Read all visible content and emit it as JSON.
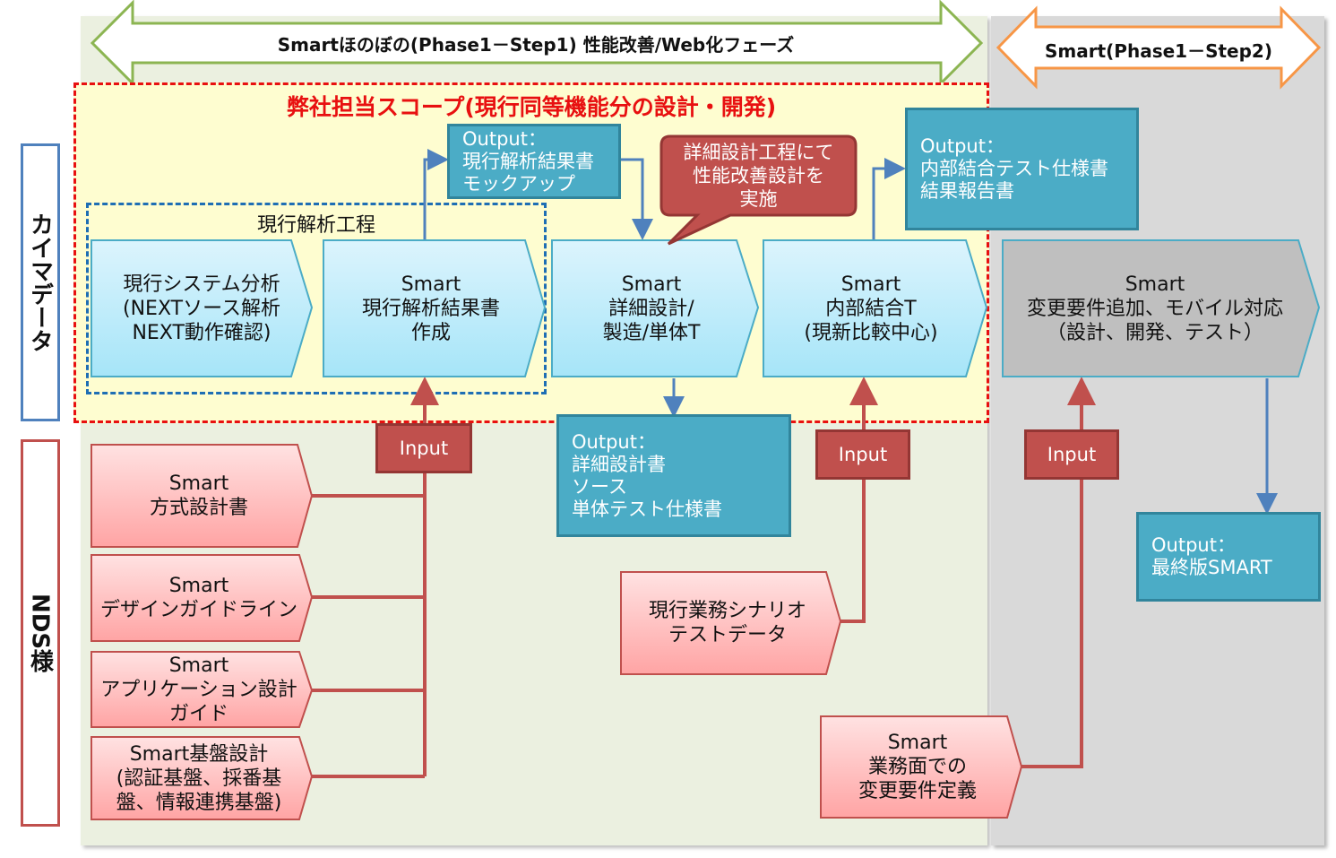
{
  "phases": {
    "phase1_label": "Smartほのぼの(Phase1－Step1)  性能改善/Web化フェーズ",
    "phase2_label": "Smart(Phase1－Step2)"
  },
  "scope": {
    "title": "弊社担当スコープ(現行同等機能分の設計・開発)",
    "analysis_group_title": "現行解析工程"
  },
  "lanes": {
    "kaimadata": "カイマデータ",
    "nds": "NDS様"
  },
  "process_nodes": [
    {
      "lines": [
        "現行システム分析",
        "(NEXTソース解析",
        "NEXT動作確認)"
      ]
    },
    {
      "lines": [
        "Smart",
        "現行解析結果書",
        "作成"
      ]
    },
    {
      "lines": [
        "Smart",
        "詳細設計/",
        "製造/単体T"
      ]
    },
    {
      "lines": [
        "Smart",
        "内部結合T",
        "(現新比較中心)"
      ]
    },
    {
      "lines": [
        "Smart",
        "変更要件追加、モバイル対応",
        "（設計、開発、テスト）"
      ]
    }
  ],
  "outputs": [
    {
      "lines": [
        "Output：",
        "現行解析結果書",
        "モックアップ"
      ]
    },
    {
      "lines": [
        "Output：",
        "詳細設計書",
        "ソース",
        "単体テスト仕様書"
      ]
    },
    {
      "lines": [
        "Output：",
        "内部結合テスト仕様書",
        "結果報告書"
      ]
    },
    {
      "lines": [
        "Output：",
        "最終版SMART"
      ]
    }
  ],
  "callout": {
    "lines": [
      "詳細設計工程にて",
      "性能改善設計を",
      "実施"
    ]
  },
  "inputs_label": "Input",
  "nds_inputs": [
    {
      "lines": [
        "Smart",
        "方式設計書"
      ]
    },
    {
      "lines": [
        "Smart",
        "デザインガイドライン"
      ]
    },
    {
      "lines": [
        "Smart",
        "アプリケーション設計",
        "ガイド"
      ]
    },
    {
      "lines": [
        "Smart基盤設計",
        "(認証基盤、採番基",
        "盤、情報連携基盤)"
      ]
    },
    {
      "lines": [
        "現行業務シナリオ",
        "テストデータ"
      ]
    },
    {
      "lines": [
        "Smart",
        "業務面での",
        "変更要件定義"
      ]
    }
  ],
  "colors": {
    "process_blue_top": "#d8f3fc",
    "process_blue_bottom": "#a8e6f8",
    "process_gray": "#bfbfbf",
    "output_teal": "#4bacc6",
    "input_red": "#c0504d",
    "nds_pink_top": "#ffe0e0",
    "nds_pink_bottom": "#ffa6a6",
    "scope_red": "#e81010",
    "connector_blue": "#4f81bd",
    "phase1_arrow": "#8cb552",
    "phase2_arrow": "#f79646"
  }
}
